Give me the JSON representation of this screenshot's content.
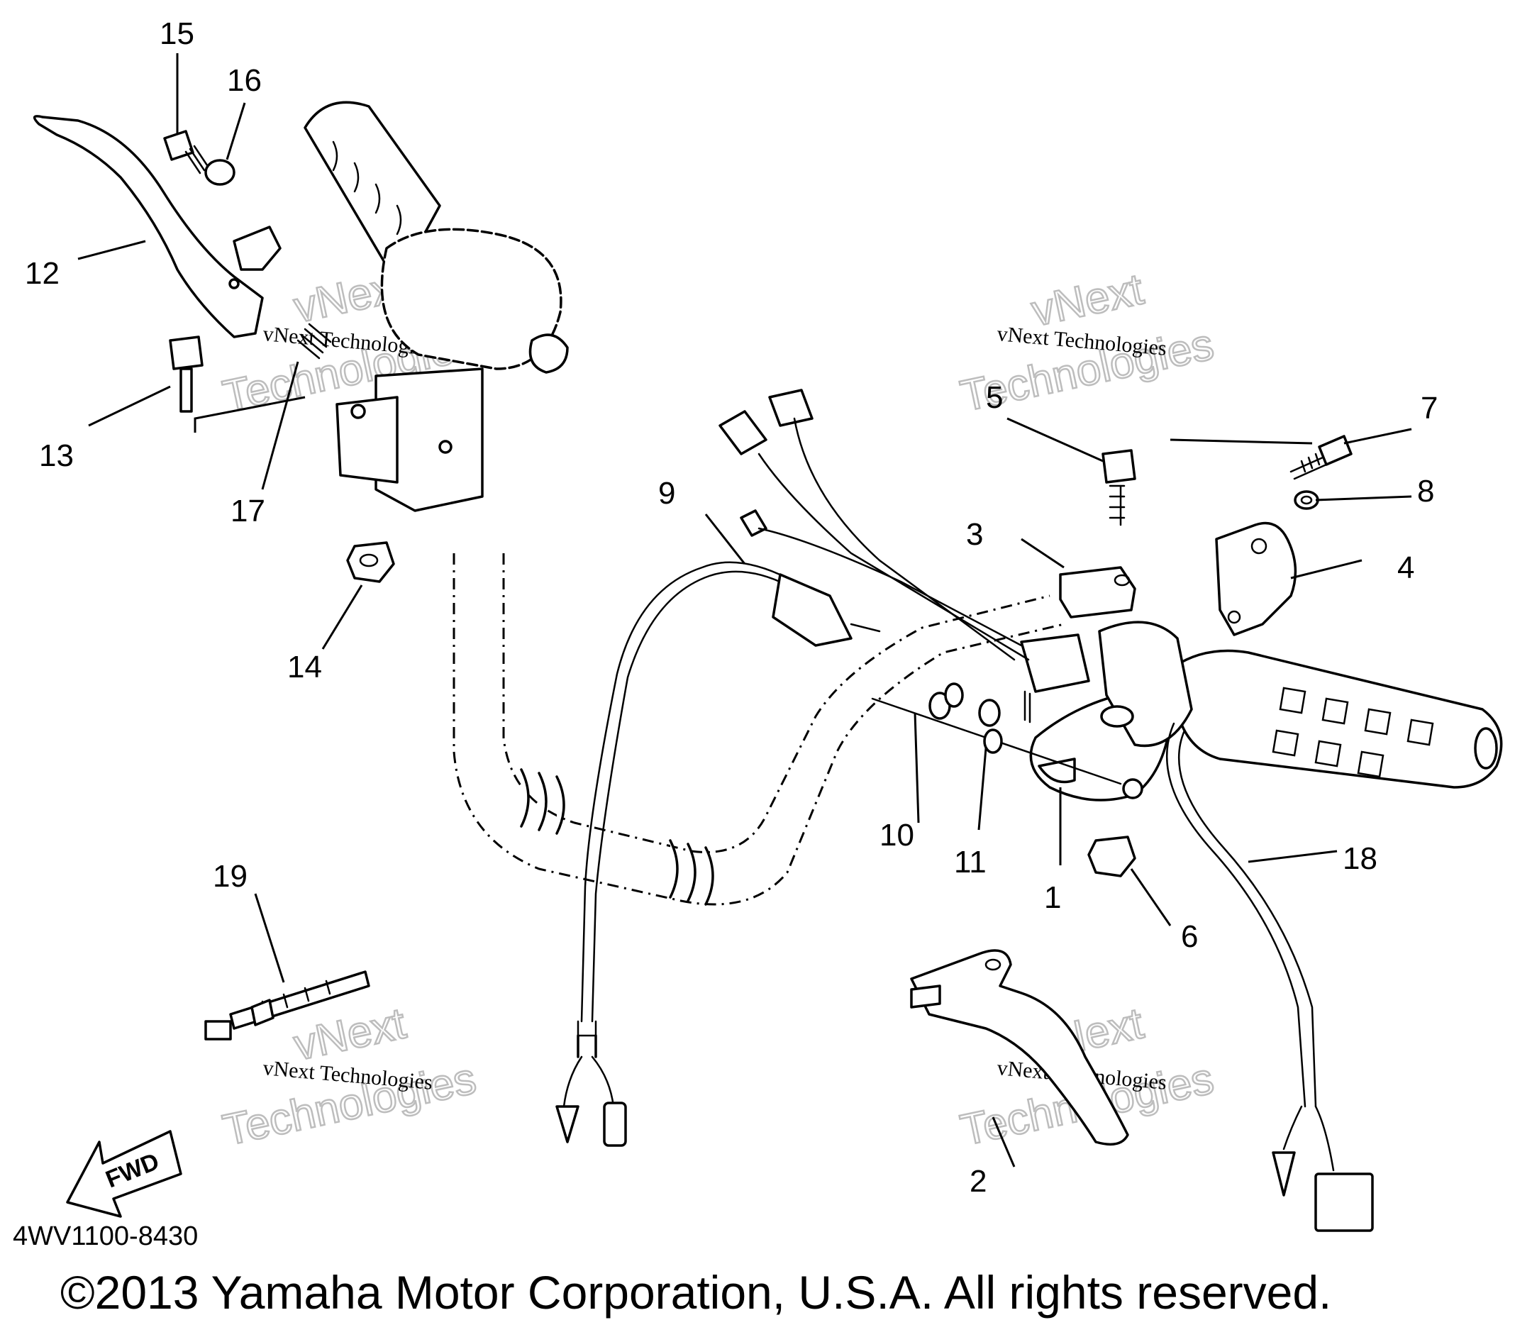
{
  "drawing_code": "4WV1100-8430",
  "copyright": "©2013 Yamaha Motor Corporation, U.S.A. All rights reserved.",
  "direction_label": "FWD",
  "watermark": {
    "line1": "vNext Technologies",
    "big_top": "vNext",
    "big_bottom": "Technologies"
  },
  "callouts": [
    "1",
    "2",
    "3",
    "4",
    "5",
    "6",
    "7",
    "8",
    "9",
    "10",
    "11",
    "12",
    "13",
    "14",
    "15",
    "16",
    "17",
    "18",
    "19"
  ]
}
